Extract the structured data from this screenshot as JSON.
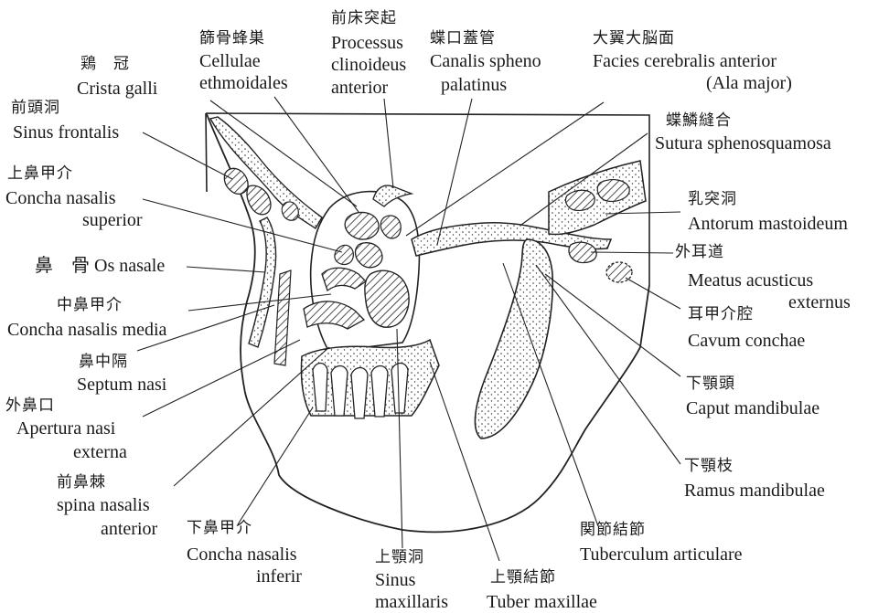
{
  "labels": {
    "crista_ja": "鶏　冠",
    "crista_la": "Crista galli",
    "ethmoid_ja": "篩骨蜂巣",
    "ethmoid_la1": "Cellulae",
    "ethmoid_la2": "ethmoidales",
    "clinoid_ja": "前床突起",
    "clinoid_la1": "Processus",
    "clinoid_la2": "clinoideus",
    "clinoid_la3": "anterior",
    "sphenopal_ja": "蝶口蓋管",
    "sphenopal_la1": "Canalis spheno",
    "sphenopal_la2": "palatinus",
    "facies_ja": "大翼大脳面",
    "facies_la1": "Facies cerebralis anterior",
    "facies_la2": "(Ala major)",
    "frontal_ja": "前頭洞",
    "frontal_la": "Sinus frontalis",
    "suture_ja": "蝶鱗縫合",
    "suture_la": "Sutura sphenosquamosa",
    "concha_sup_ja": "上鼻甲介",
    "concha_sup_la1": "Concha nasalis",
    "concha_sup_la2": "superior",
    "mastoid_ja": "乳突洞",
    "mastoid_la": "Antorum mastoideum",
    "nasal_bone": "鼻　骨 Os nasale",
    "meatus_ja": "外耳道",
    "meatus_la1": "Meatus acusticus",
    "meatus_la2": "externus",
    "concha_med_ja": "中鼻甲介",
    "concha_med_la": "Concha nasalis media",
    "cavum_ja": "耳甲介腔",
    "cavum_la": "Cavum conchae",
    "septum_ja": "鼻中隔",
    "septum_la": "Septum nasi",
    "caput_ja": "下顎頭",
    "caput_la": "Caput mandibulae",
    "apertura_ja": "外鼻口",
    "apertura_la1": "Apertura nasi",
    "apertura_la2": "externa",
    "ramus_ja": "下顎枝",
    "ramus_la": "Ramus mandibulae",
    "spina_ja": "前鼻棘",
    "spina_la1": "spina nasalis",
    "spina_la2": "anterior",
    "concha_inf_ja": "下鼻甲介",
    "concha_inf_la1": "Concha nasalis",
    "concha_inf_la2": "inferir",
    "tuberculum_ja": "関節結節",
    "tuberculum_la": "Tuberculum articulare",
    "sinus_max_ja": "上顎洞",
    "sinus_max_la1": "Sinus",
    "sinus_max_la2": "maxillaris",
    "tuber_ja": "上顎結節",
    "tuber_la": "Tuber maxillae"
  }
}
